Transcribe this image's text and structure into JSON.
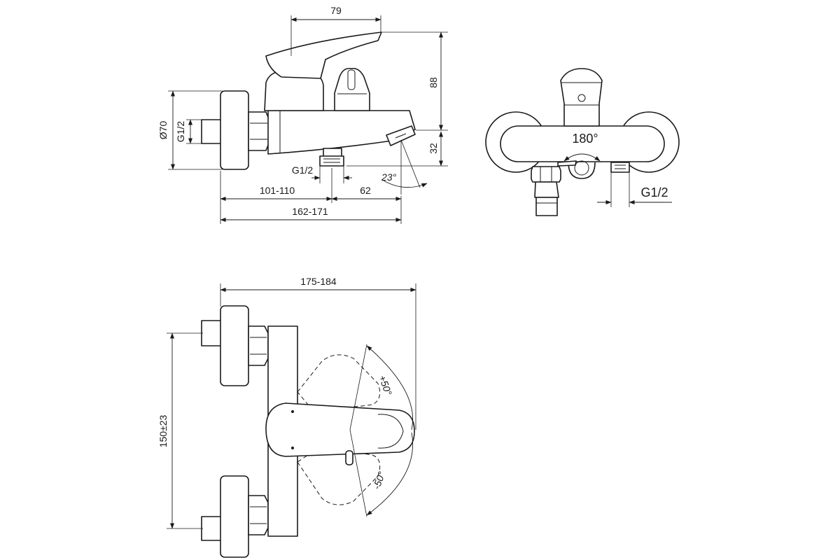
{
  "side_view": {
    "dim_lever": "79",
    "dim_height": "88",
    "dim_spout_height": "32",
    "dim_diameter": "Ø70",
    "dim_inlet_thread": "G1/2",
    "dim_outlet_thread": "G1/2",
    "dim_angle": "23°",
    "dim_depth_body": "101-110",
    "dim_spout": "62",
    "dim_total_depth": "162-171"
  },
  "front_view": {
    "dim_rotation": "180°",
    "dim_thread": "G1/2"
  },
  "top_view": {
    "dim_width": "175-184",
    "dim_centers": "150±23",
    "dim_angle_plus": "+50°",
    "dim_angle_minus": "-50°"
  }
}
